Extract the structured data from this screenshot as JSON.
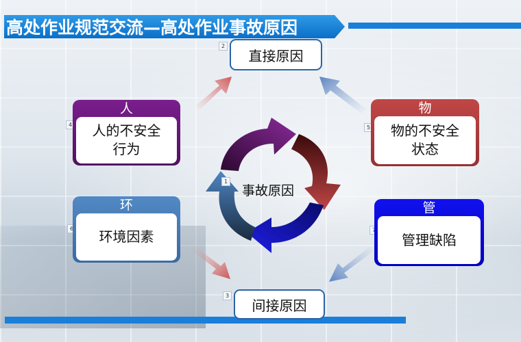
{
  "slide": {
    "title": "高处作业规范交流—高处作业事故原因",
    "center_label": "事故原因",
    "top_box": {
      "num": "2",
      "label": "直接原因"
    },
    "bottom_box": {
      "num": "3",
      "label": "间接原因"
    },
    "cards": {
      "ren": {
        "num": "4",
        "header": "人",
        "line1": "人的不安全",
        "line2": "行为",
        "color": "#6a1a7c"
      },
      "wu": {
        "num": "5",
        "header": "物",
        "line1": "物的不安全",
        "line2": "状态",
        "color": "#b03d3d"
      },
      "huan": {
        "num": "6",
        "header": "环",
        "line1": "环境因素",
        "color": "#4a7db8"
      },
      "guan": {
        "num": "7",
        "header": "管",
        "line1": "管理缺陷",
        "color": "#0a0ad8"
      }
    },
    "center_num": "1"
  }
}
